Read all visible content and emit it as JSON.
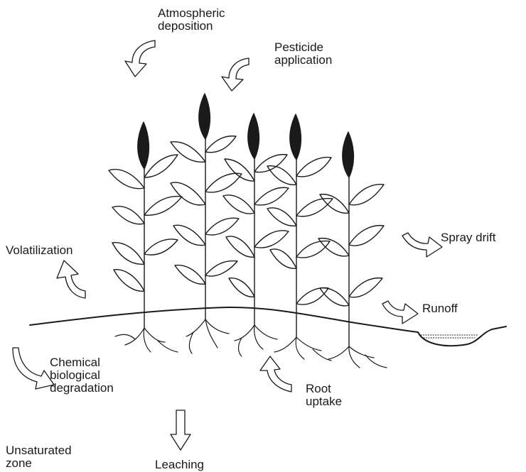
{
  "labels": {
    "atmospheric_deposition": "Atmospheric\ndeposition",
    "pesticide_application": "Pesticide\napplication",
    "spray_drift": "Spray drift",
    "volatilization": "Volatilization",
    "runoff": "Runoff",
    "degradation": "Chemical\nbiological\ndegradation",
    "root_uptake": "Root\nuptake",
    "unsaturated_zone": "Unsaturated\nzone",
    "leaching": "Leaching"
  },
  "colors": {
    "line": "#1a1a1a",
    "seed_head": "#1a1a1a",
    "water": "#ffffff"
  }
}
